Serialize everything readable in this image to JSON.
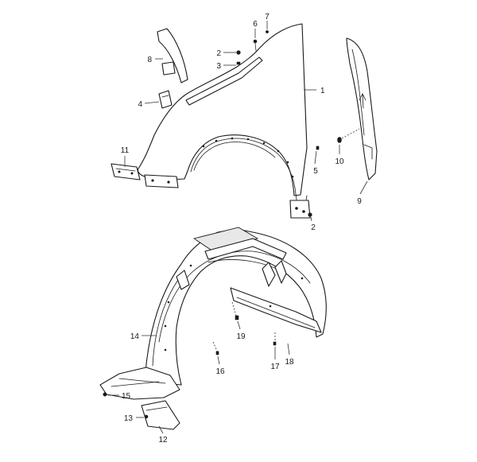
{
  "callouts": [
    {
      "id": "c1",
      "label": "1"
    },
    {
      "id": "c2a",
      "label": "2"
    },
    {
      "id": "c2b",
      "label": "2"
    },
    {
      "id": "c3",
      "label": "3"
    },
    {
      "id": "c4",
      "label": "4"
    },
    {
      "id": "c5",
      "label": "5"
    },
    {
      "id": "c6",
      "label": "6"
    },
    {
      "id": "c7",
      "label": "7"
    },
    {
      "id": "c8",
      "label": "8"
    },
    {
      "id": "c9",
      "label": "9"
    },
    {
      "id": "c10",
      "label": "10"
    },
    {
      "id": "c11",
      "label": "11"
    },
    {
      "id": "c12",
      "label": "12"
    },
    {
      "id": "c13",
      "label": "13"
    },
    {
      "id": "c14",
      "label": "14"
    },
    {
      "id": "c15",
      "label": "15"
    },
    {
      "id": "c16",
      "label": "16"
    },
    {
      "id": "c17",
      "label": "17"
    },
    {
      "id": "c18",
      "label": "18"
    },
    {
      "id": "c19",
      "label": "19"
    }
  ]
}
